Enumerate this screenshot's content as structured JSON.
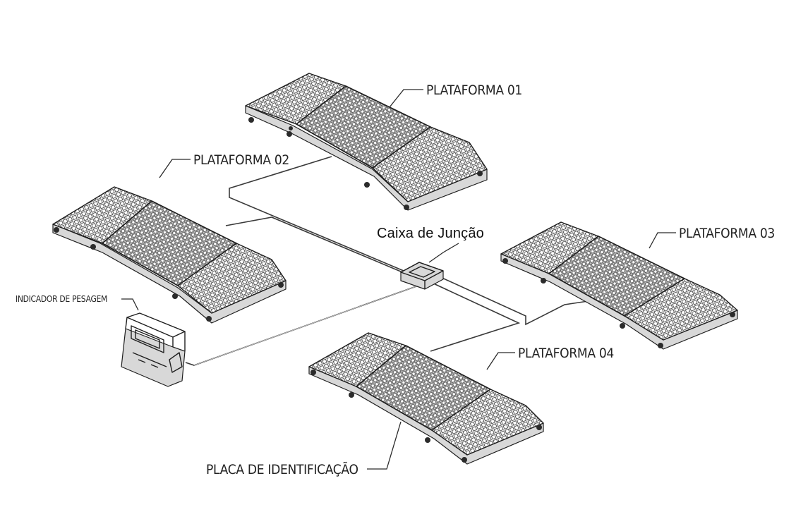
{
  "labels": {
    "plataforma_01": "PLATAFORMA 01",
    "plataforma_02": "PLATAFORMA 02",
    "plataforma_03": "PLATAFORMA 03",
    "plataforma_04": "PLATAFORMA 04",
    "caixa_juncao": "Caixa de Junção",
    "indicador": "INDICADOR DE PESAGEM",
    "placa": "PLACA  DE IDENTIFICAÇÃO"
  },
  "colors": {
    "background": "#ffffff",
    "line": "#1e1e1e",
    "text": "#222222"
  }
}
